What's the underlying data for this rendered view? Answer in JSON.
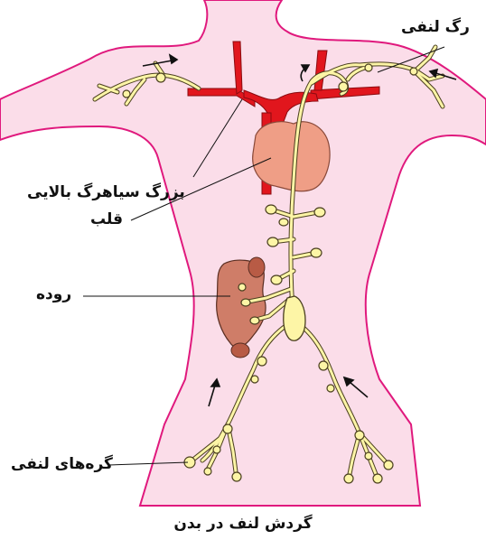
{
  "labels": {
    "lymph_vessel": "رگ لنفی",
    "superior_vena_cava": "بزرگ سیاهرگ بالایی",
    "heart": "قلب",
    "intestine": "روده",
    "lymph_nodes": "گره‌های لنفی"
  },
  "caption": "گردش لنف در بدن",
  "colors": {
    "body_fill": "#fbdde9",
    "body_outline": "#e0197d",
    "vessel": "#e1161d",
    "heart": "#ef9e86",
    "intestine": "#cf7d68",
    "lymph_fill": "#fdf5a6",
    "lymph_stroke": "#4a3f1f",
    "arrow": "#111111"
  }
}
